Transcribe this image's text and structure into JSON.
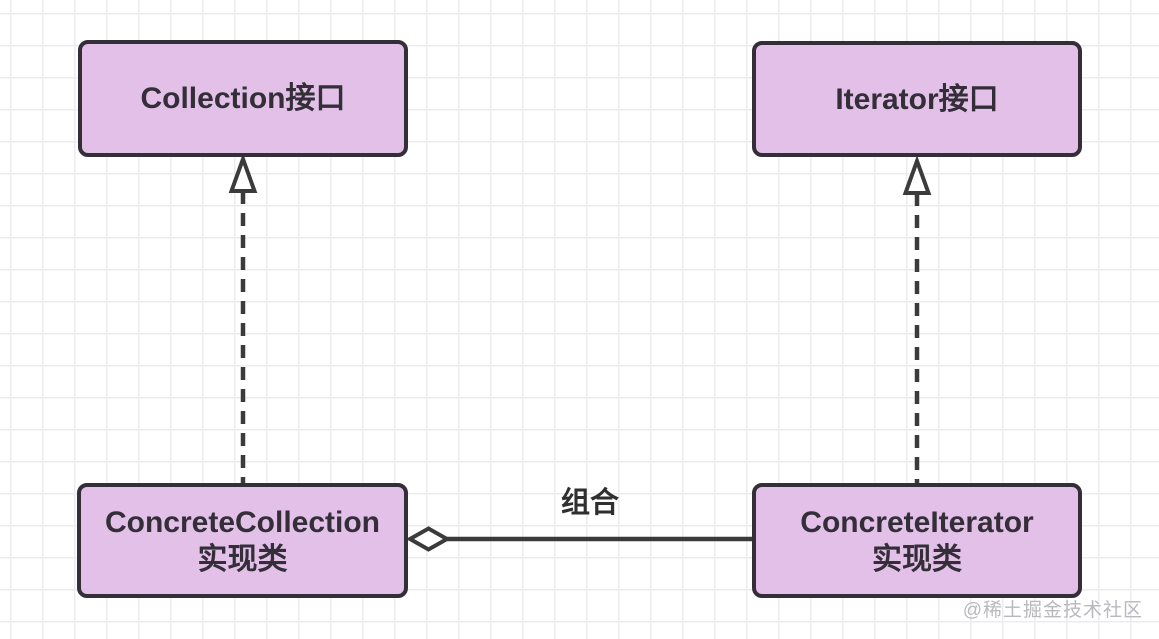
{
  "diagram": {
    "boxes": [
      {
        "id": "collection-interface",
        "label": "Collection接口"
      },
      {
        "id": "iterator-interface",
        "label": "Iterator接口"
      },
      {
        "id": "concrete-collection",
        "label_line1": "ConcreteCollection",
        "label_line2": "实现类"
      },
      {
        "id": "concrete-iterator",
        "label_line1": "ConcreteIterator",
        "label_line2": "实现类"
      }
    ],
    "edges": [
      {
        "id": "collection-realization",
        "type": "dashed-arrow-up",
        "from": "concrete-collection",
        "to": "collection-interface",
        "label": ""
      },
      {
        "id": "iterator-realization",
        "type": "dashed-arrow-up",
        "from": "concrete-iterator",
        "to": "iterator-interface",
        "label": ""
      },
      {
        "id": "aggregation-link",
        "type": "hollow-diamond-line",
        "from": "concrete-collection",
        "to": "concrete-iterator",
        "label": "组合"
      }
    ],
    "colors": {
      "box_fill": "#e2c0e8",
      "box_border": "#332e38",
      "connector": "#3b3b3b",
      "grid_line": "#ececf0",
      "watermark_text": "#b9b9bd"
    }
  },
  "watermark": "@稀土掘金技术社区"
}
